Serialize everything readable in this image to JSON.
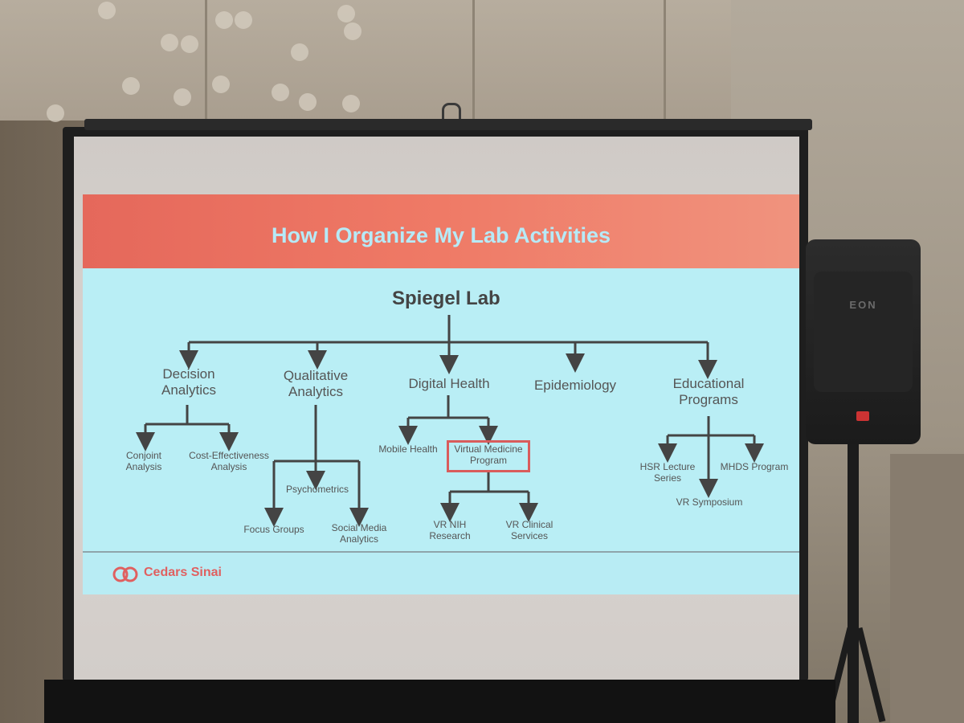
{
  "slide": {
    "title": "How I Organize My Lab Activities",
    "root": "Spiegel Lab",
    "branches": {
      "decision": "Decision Analytics",
      "qualitative": "Qualitative Analytics",
      "digital": "Digital Health",
      "epidemiology": "Epidemiology",
      "educational": "Educational Programs"
    },
    "leaves": {
      "conjoint": "Conjoint Analysis",
      "cost_effectiveness": "Cost-Effectiveness Analysis",
      "psychometrics": "Psychometrics",
      "focus_groups": "Focus Groups",
      "social_media": "Social Media Analytics",
      "mobile_health": "Mobile Health",
      "virtual_medicine": "Virtual Medicine Program",
      "vr_nih": "VR NIH Research",
      "vr_clinical": "VR Clinical Services",
      "hsr_lecture": "HSR Lecture Series",
      "mhds": "MHDS Program",
      "vr_symposium": "VR Symposium"
    },
    "footer_logo": "Cedars Sinai"
  },
  "speaker": {
    "brand": "EON"
  },
  "colors": {
    "header_red": "#e5685b",
    "slide_cyan": "#b9eef5",
    "highlight_red": "#d95c5c",
    "logo_red": "#e06060"
  }
}
